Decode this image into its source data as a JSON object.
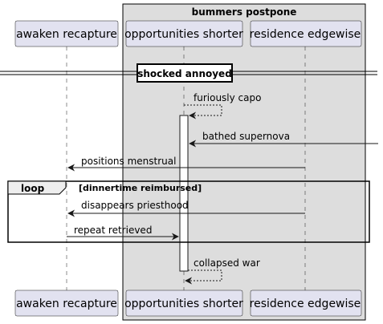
{
  "group": {
    "title": "bummers postpone",
    "fill": "#dddddd"
  },
  "participants": [
    {
      "id": "p1",
      "label": "awaken recapture"
    },
    {
      "id": "p2",
      "label": "opportunities shorter"
    },
    {
      "id": "p3",
      "label": "residence edgewise"
    }
  ],
  "divider": {
    "label": "shocked annoyed"
  },
  "messages": [
    {
      "id": "m1",
      "label": "furiously capo",
      "from": "p2",
      "to": "p2",
      "style": "dashed",
      "kind": "self"
    },
    {
      "id": "m2",
      "label": "bathed supernova",
      "from": "external",
      "to": "p2",
      "style": "solid"
    },
    {
      "id": "m3",
      "label": "positions menstrual",
      "from": "p3",
      "to": "p1",
      "style": "solid"
    },
    {
      "id": "m4",
      "label": "disappears priesthood",
      "from": "p3",
      "to": "p1",
      "style": "solid"
    },
    {
      "id": "m5",
      "label": "repeat retrieved",
      "from": "p1",
      "to": "p2",
      "style": "solid"
    },
    {
      "id": "m6",
      "label": "collapsed war",
      "from": "p2",
      "to": "p2",
      "style": "dashed",
      "kind": "self"
    }
  ],
  "loop": {
    "keyword": "loop",
    "condition": "[dinnertime reimbursed]"
  },
  "colors": {
    "participant_fill": "#e2e2f0",
    "group_fill": "#dddddd",
    "line": "#181818"
  }
}
